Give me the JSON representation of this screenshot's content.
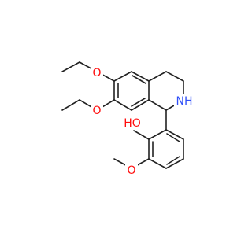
{
  "colors": {
    "bond": "#222222",
    "oxygen": "#ff0d0d",
    "nitrogen": "#3050f8",
    "background": "#ffffff"
  },
  "labels": {
    "o_ethoxy_top": "O",
    "o_ethoxy_bottom": "O",
    "nh": "NH",
    "hydroxyl": "HO",
    "o_methoxy": "O"
  }
}
